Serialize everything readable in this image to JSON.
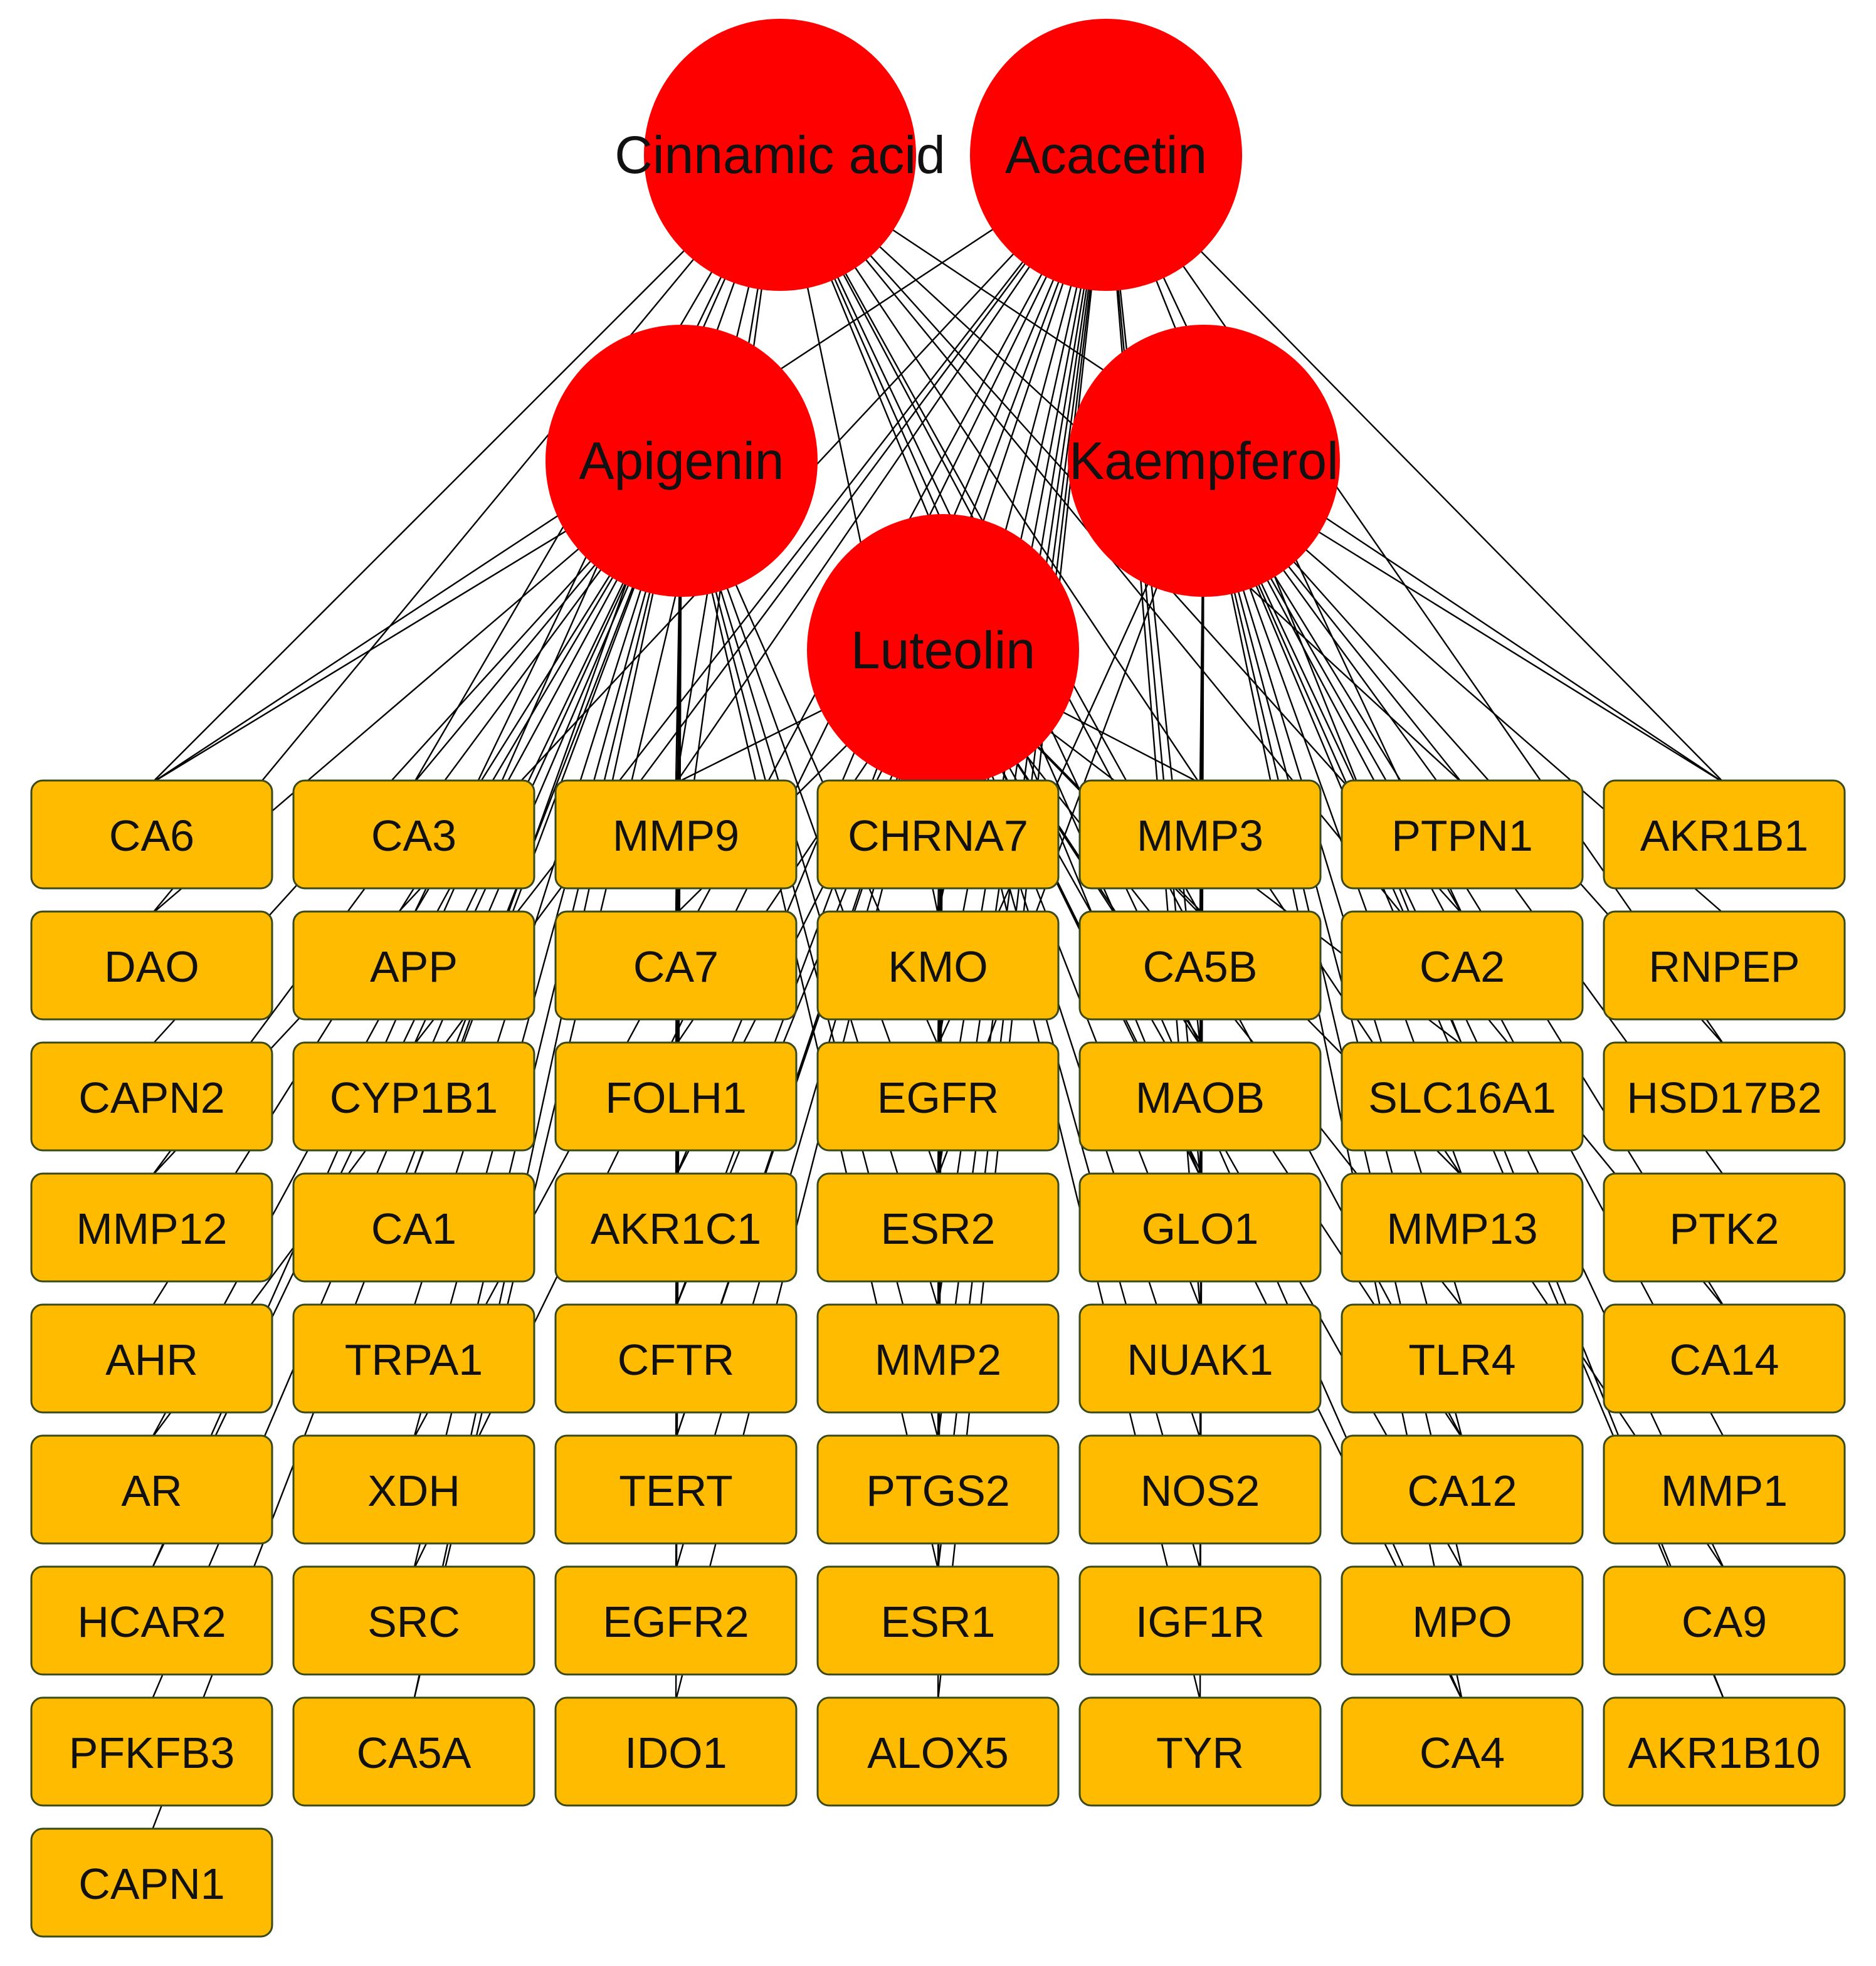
{
  "colors": {
    "compound_fill": "#FF0000",
    "target_fill": "#FFBB00",
    "target_border": "#3a4a1a",
    "edge": "#000000"
  },
  "compounds": [
    {
      "id": "cinnamic",
      "label": "Cinnamic acid"
    },
    {
      "id": "acacetin",
      "label": "Acacetin"
    },
    {
      "id": "apigenin",
      "label": "Apigenin"
    },
    {
      "id": "kaempferol",
      "label": "Kaempferol"
    },
    {
      "id": "luteolin",
      "label": "Luteolin"
    }
  ],
  "target_grid": [
    [
      "CA6",
      "CA3",
      "MMP9",
      "CHRNA7",
      "MMP3",
      "PTPN1",
      "AKR1B1"
    ],
    [
      "DAO",
      "APP",
      "CA7",
      "KMO",
      "CA5B",
      "CA2",
      "RNPEP"
    ],
    [
      "CAPN2",
      "CYP1B1",
      "FOLH1",
      "EGFR",
      "MAOB",
      "SLC16A1",
      "HSD17B2"
    ],
    [
      "MMP12",
      "CA1",
      "AKR1C1",
      "ESR2",
      "GLO1",
      "MMP13",
      "PTK2"
    ],
    [
      "AHR",
      "TRPA1",
      "CFTR",
      "MMP2",
      "NUAK1",
      "TLR4",
      "CA14"
    ],
    [
      "AR",
      "XDH",
      "TERT",
      "PTGS2",
      "NOS2",
      "CA12",
      "MMP1"
    ],
    [
      "HCAR2",
      "SRC",
      "EGFR2",
      "ESR1",
      "IGF1R",
      "MPO",
      "CA9"
    ],
    [
      "PFKFB3",
      "CA5A",
      "IDO1",
      "ALOX5",
      "TYR",
      "CA4",
      "AKR1B10"
    ],
    [
      "CAPN1"
    ]
  ],
  "edges": [
    [
      "apigenin",
      "CA6"
    ],
    [
      "apigenin",
      "CA3"
    ],
    [
      "apigenin",
      "MMP9"
    ],
    [
      "apigenin",
      "CA7"
    ],
    [
      "apigenin",
      "CYP1B1"
    ],
    [
      "apigenin",
      "FOLH1"
    ],
    [
      "apigenin",
      "CA1"
    ],
    [
      "apigenin",
      "AKR1C1"
    ],
    [
      "apigenin",
      "ESR2"
    ],
    [
      "apigenin",
      "TRPA1"
    ],
    [
      "apigenin",
      "CFTR"
    ],
    [
      "apigenin",
      "XDH"
    ],
    [
      "apigenin",
      "TERT"
    ],
    [
      "apigenin",
      "PTGS2"
    ],
    [
      "apigenin",
      "SRC"
    ],
    [
      "apigenin",
      "EGFR2"
    ],
    [
      "apigenin",
      "ESR1"
    ],
    [
      "apigenin",
      "CA5A"
    ],
    [
      "apigenin",
      "IDO1"
    ],
    [
      "apigenin",
      "HCAR2"
    ],
    [
      "apigenin",
      "PFKFB3"
    ],
    [
      "apigenin",
      "CAPN1"
    ],
    [
      "apigenin",
      "AHR"
    ],
    [
      "apigenin",
      "AR"
    ],
    [
      "apigenin",
      "MMP12"
    ],
    [
      "apigenin",
      "CAPN2"
    ],
    [
      "apigenin",
      "MMP2"
    ],
    [
      "apigenin",
      "EGFR"
    ],
    [
      "apigenin",
      "APP"
    ],
    [
      "apigenin",
      "DAO"
    ],
    [
      "cinnamic",
      "CA6"
    ],
    [
      "cinnamic",
      "CA3"
    ],
    [
      "cinnamic",
      "APP"
    ],
    [
      "cinnamic",
      "CA1"
    ],
    [
      "cinnamic",
      "CA7"
    ],
    [
      "cinnamic",
      "CA5B"
    ],
    [
      "cinnamic",
      "CA2"
    ],
    [
      "cinnamic",
      "CA12"
    ],
    [
      "cinnamic",
      "CA9"
    ],
    [
      "cinnamic",
      "CA14"
    ],
    [
      "cinnamic",
      "CA4"
    ],
    [
      "cinnamic",
      "CA5A"
    ],
    [
      "cinnamic",
      "MMP9"
    ],
    [
      "cinnamic",
      "DAO"
    ],
    [
      "cinnamic",
      "AKR1B1"
    ],
    [
      "cinnamic",
      "KMO"
    ],
    [
      "cinnamic",
      "HCAR2"
    ],
    [
      "cinnamic",
      "PTPN1"
    ],
    [
      "cinnamic",
      "MAOB"
    ],
    [
      "cinnamic",
      "GLO1"
    ],
    [
      "acacetin",
      "MMP9"
    ],
    [
      "acacetin",
      "CHRNA7"
    ],
    [
      "acacetin",
      "KMO"
    ],
    [
      "acacetin",
      "EGFR"
    ],
    [
      "acacetin",
      "ESR2"
    ],
    [
      "acacetin",
      "MMP2"
    ],
    [
      "acacetin",
      "PTGS2"
    ],
    [
      "acacetin",
      "ESR1"
    ],
    [
      "acacetin",
      "ALOX5"
    ],
    [
      "acacetin",
      "MAOB"
    ],
    [
      "acacetin",
      "GLO1"
    ],
    [
      "acacetin",
      "NUAK1"
    ],
    [
      "acacetin",
      "AKR1B1"
    ],
    [
      "acacetin",
      "AKR1B10"
    ],
    [
      "acacetin",
      "HSD17B2"
    ],
    [
      "acacetin",
      "CYP1B1"
    ],
    [
      "acacetin",
      "AKR1C1"
    ],
    [
      "acacetin",
      "CFTR"
    ],
    [
      "acacetin",
      "TERT"
    ],
    [
      "acacetin",
      "XDH"
    ],
    [
      "acacetin",
      "CA2"
    ],
    [
      "acacetin",
      "SRC"
    ],
    [
      "acacetin",
      "CA6"
    ],
    [
      "acacetin",
      "MMP12"
    ],
    [
      "acacetin",
      "AR"
    ],
    [
      "kaempferol",
      "MMP3"
    ],
    [
      "kaempferol",
      "PTPN1"
    ],
    [
      "kaempferol",
      "AKR1B1"
    ],
    [
      "kaempferol",
      "CA5B"
    ],
    [
      "kaempferol",
      "CA2"
    ],
    [
      "kaempferol",
      "RNPEP"
    ],
    [
      "kaempferol",
      "SLC16A1"
    ],
    [
      "kaempferol",
      "HSD17B2"
    ],
    [
      "kaempferol",
      "MMP13"
    ],
    [
      "kaempferol",
      "PTK2"
    ],
    [
      "kaempferol",
      "TLR4"
    ],
    [
      "kaempferol",
      "CA14"
    ],
    [
      "kaempferol",
      "CA12"
    ],
    [
      "kaempferol",
      "MMP1"
    ],
    [
      "kaempferol",
      "MPO"
    ],
    [
      "kaempferol",
      "CA9"
    ],
    [
      "kaempferol",
      "CA4"
    ],
    [
      "kaempferol",
      "AKR1B10"
    ],
    [
      "kaempferol",
      "IGF1R"
    ],
    [
      "kaempferol",
      "TYR"
    ],
    [
      "kaempferol",
      "NOS2"
    ],
    [
      "kaempferol",
      "GLO1"
    ],
    [
      "kaempferol",
      "MAOB"
    ],
    [
      "kaempferol",
      "EGFR"
    ],
    [
      "kaempferol",
      "ESR2"
    ],
    [
      "luteolin",
      "CHRNA7"
    ],
    [
      "luteolin",
      "MMP3"
    ],
    [
      "luteolin",
      "KMO"
    ],
    [
      "luteolin",
      "EGFR"
    ],
    [
      "luteolin",
      "MAOB"
    ],
    [
      "luteolin",
      "ESR2"
    ],
    [
      "luteolin",
      "GLO1"
    ],
    [
      "luteolin",
      "MMP2"
    ],
    [
      "luteolin",
      "NUAK1"
    ],
    [
      "luteolin",
      "PTGS2"
    ],
    [
      "luteolin",
      "NOS2"
    ],
    [
      "luteolin",
      "ESR1"
    ],
    [
      "luteolin",
      "IGF1R"
    ],
    [
      "luteolin",
      "ALOX5"
    ],
    [
      "luteolin",
      "TYR"
    ],
    [
      "luteolin",
      "CA5B"
    ],
    [
      "luteolin",
      "SLC16A1"
    ],
    [
      "luteolin",
      "MMP13"
    ],
    [
      "luteolin",
      "TLR4"
    ],
    [
      "luteolin",
      "CA12"
    ],
    [
      "luteolin",
      "MPO"
    ],
    [
      "luteolin",
      "CA4"
    ],
    [
      "luteolin",
      "FOLH1"
    ],
    [
      "luteolin",
      "AKR1C1"
    ],
    [
      "luteolin",
      "CFTR"
    ],
    [
      "luteolin",
      "TERT"
    ],
    [
      "luteolin",
      "EGFR2"
    ],
    [
      "luteolin",
      "IDO1"
    ],
    [
      "luteolin",
      "MMP9"
    ],
    [
      "luteolin",
      "CA7"
    ]
  ]
}
